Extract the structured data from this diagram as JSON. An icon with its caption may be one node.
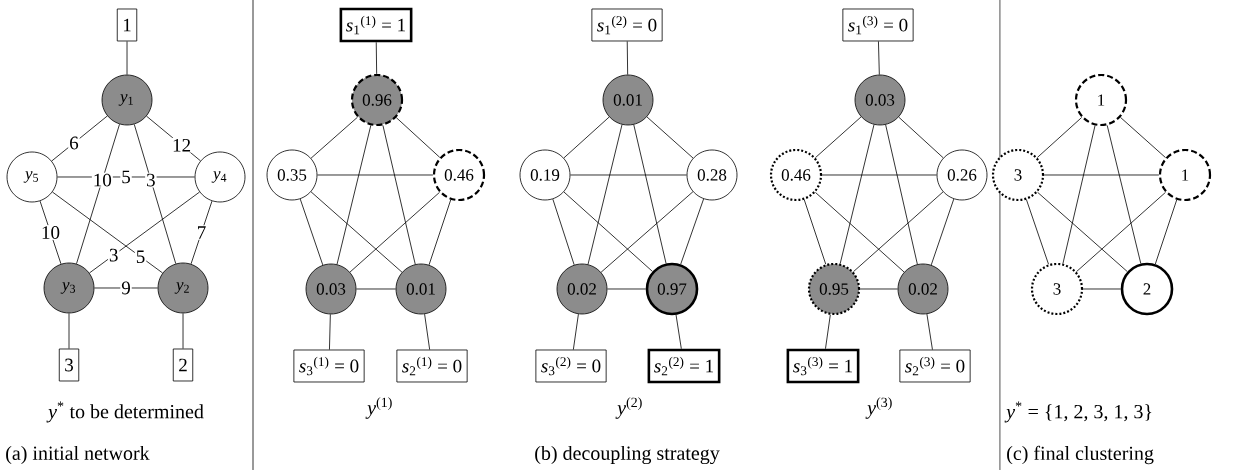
{
  "diagram": {
    "nodes": [
      {
        "text": [
          "1"
        ]
      },
      {
        "text": [
          "*y*$_{1}$"
        ]
      },
      {
        "text": [
          "*y*$_{5}$"
        ]
      },
      {
        "text": [
          "*y*$_{4}$"
        ]
      },
      {
        "text": [
          "*y*$_{3}$"
        ]
      },
      {
        "text": [
          "*y*$_{2}$"
        ]
      },
      {
        "text": [
          "3"
        ]
      },
      {
        "text": [
          "2"
        ]
      },
      {
        "text": [
          "*s*$_{1}$$^{(1)}$ = 1"
        ]
      },
      {
        "text": [
          "0.96"
        ]
      },
      {
        "text": [
          "0.35"
        ]
      },
      {
        "text": [
          "0.46"
        ]
      },
      {
        "text": [
          "0.03"
        ]
      },
      {
        "text": [
          "0.01"
        ]
      },
      {
        "text": [
          "*s*$_{3}$$^{(1)}$ = 0"
        ]
      },
      {
        "text": [
          "*s*$_{2}$$^{(1)}$ = 0"
        ]
      },
      {
        "text": [
          "*s*$_{1}$$^{(2)}$ = 0"
        ]
      },
      {
        "text": [
          "0.01"
        ]
      },
      {
        "text": [
          "0.19"
        ]
      },
      {
        "text": [
          "0.28"
        ]
      },
      {
        "text": [
          "0.02"
        ]
      },
      {
        "text": [
          "0.97"
        ]
      },
      {
        "text": [
          "*s*$_{3}$$^{(2)}$ = 0"
        ]
      },
      {
        "text": [
          "*s*$_{2}$$^{(2)}$ = 1"
        ]
      },
      {
        "text": [
          "*s*$_{1}$$^{(3)}$ = 0"
        ]
      },
      {
        "text": [
          "0.03"
        ]
      },
      {
        "text": [
          "0.46"
        ]
      },
      {
        "text": [
          "0.26"
        ]
      },
      {
        "text": [
          "0.95"
        ]
      },
      {
        "text": [
          "0.02"
        ]
      },
      {
        "text": [
          "*s*$_{3}$$^{(3)}$ = 1"
        ]
      },
      {
        "text": [
          "*s*$_{2}$$^{(3)}$ = 0"
        ]
      },
      {
        "text": [
          "1"
        ]
      },
      {
        "text": [
          "3"
        ]
      },
      {
        "text": [
          "1"
        ]
      },
      {
        "text": [
          "3"
        ]
      },
      {
        "text": [
          "2"
        ]
      }
    ],
    "edges": [
      {
        "from": 0,
        "to": 1,
        "arrow": "none"
      },
      {
        "from": 1,
        "to": 2,
        "arrow": "none",
        "label": "6"
      },
      {
        "from": 1,
        "to": 3,
        "arrow": "none",
        "label": "12"
      },
      {
        "from": 1,
        "to": 4,
        "arrow": "none",
        "label": "10"
      },
      {
        "from": 1,
        "to": 5,
        "arrow": "none",
        "label": "3"
      },
      {
        "from": 2,
        "to": 3,
        "arrow": "none",
        "label": "5"
      },
      {
        "from": 2,
        "to": 4,
        "arrow": "none",
        "label": "10"
      },
      {
        "from": 2,
        "to": 5,
        "arrow": "none",
        "label": "5"
      },
      {
        "from": 3,
        "to": 4,
        "arrow": "none",
        "label": "3"
      },
      {
        "from": 3,
        "to": 5,
        "arrow": "none",
        "label": "7"
      },
      {
        "from": 4,
        "to": 5,
        "arrow": "none",
        "label": "9"
      },
      {
        "from": 4,
        "to": 6,
        "arrow": "none"
      },
      {
        "from": 5,
        "to": 7,
        "arrow": "none"
      },
      {
        "from": 8,
        "to": 9,
        "arrow": "none"
      },
      {
        "from": 9,
        "to": 10,
        "arrow": "none"
      },
      {
        "from": 9,
        "to": 11,
        "arrow": "none"
      },
      {
        "from": 9,
        "to": 12,
        "arrow": "none"
      },
      {
        "from": 9,
        "to": 13,
        "arrow": "none"
      },
      {
        "from": 10,
        "to": 11,
        "arrow": "none"
      },
      {
        "from": 10,
        "to": 12,
        "arrow": "none"
      },
      {
        "from": 10,
        "to": 13,
        "arrow": "none"
      },
      {
        "from": 11,
        "to": 12,
        "arrow": "none"
      },
      {
        "from": 11,
        "to": 13,
        "arrow": "none"
      },
      {
        "from": 12,
        "to": 13,
        "arrow": "none"
      },
      {
        "from": 12,
        "to": 14,
        "arrow": "none"
      },
      {
        "from": 13,
        "to": 15,
        "arrow": "none"
      },
      {
        "from": 16,
        "to": 17,
        "arrow": "none"
      },
      {
        "from": 17,
        "to": 18,
        "arrow": "none"
      },
      {
        "from": 17,
        "to": 19,
        "arrow": "none"
      },
      {
        "from": 17,
        "to": 20,
        "arrow": "none"
      },
      {
        "from": 17,
        "to": 21,
        "arrow": "none"
      },
      {
        "from": 18,
        "to": 19,
        "arrow": "none"
      },
      {
        "from": 18,
        "to": 20,
        "arrow": "none"
      },
      {
        "from": 18,
        "to": 21,
        "arrow": "none"
      },
      {
        "from": 19,
        "to": 20,
        "arrow": "none"
      },
      {
        "from": 19,
        "to": 21,
        "arrow": "none"
      },
      {
        "from": 20,
        "to": 21,
        "arrow": "none"
      },
      {
        "from": 20,
        "to": 22,
        "arrow": "none"
      },
      {
        "from": 21,
        "to": 23,
        "arrow": "none"
      },
      {
        "from": 24,
        "to": 25,
        "arrow": "none"
      },
      {
        "from": 25,
        "to": 26,
        "arrow": "none"
      },
      {
        "from": 25,
        "to": 27,
        "arrow": "none"
      },
      {
        "from": 25,
        "to": 28,
        "arrow": "none"
      },
      {
        "from": 25,
        "to": 29,
        "arrow": "none"
      },
      {
        "from": 26,
        "to": 27,
        "arrow": "none"
      },
      {
        "from": 26,
        "to": 28,
        "arrow": "none"
      },
      {
        "from": 26,
        "to": 29,
        "arrow": "none"
      },
      {
        "from": 27,
        "to": 28,
        "arrow": "none"
      },
      {
        "from": 27,
        "to": 29,
        "arrow": "none"
      },
      {
        "from": 28,
        "to": 29,
        "arrow": "none"
      },
      {
        "from": 28,
        "to": 30,
        "arrow": "none"
      },
      {
        "from": 29,
        "to": 31,
        "arrow": "none"
      },
      {
        "from": 32,
        "to": 33,
        "arrow": "none"
      },
      {
        "from": 32,
        "to": 34,
        "arrow": "none"
      },
      {
        "from": 32,
        "to": 35,
        "arrow": "none"
      },
      {
        "from": 32,
        "to": 36,
        "arrow": "none"
      },
      {
        "from": 33,
        "to": 34,
        "arrow": "none"
      },
      {
        "from": 33,
        "to": 35,
        "arrow": "none"
      },
      {
        "from": 33,
        "to": 36,
        "arrow": "none"
      },
      {
        "from": 34,
        "to": 35,
        "arrow": "none"
      },
      {
        "from": 34,
        "to": 36,
        "arrow": "none"
      },
      {
        "from": 35,
        "to": 36,
        "arrow": "none"
      }
    ],
    "labels": [
      "*y*$^{*}$ to be determined",
      "*y*$^{(1)}$",
      "*y*$^{(2)}$",
      "*y*$^{(3)}$",
      "*y*$^{*}$ = {1, 2, 3, 1, 3}",
      "(a) initial network",
      "(b) decoupling strategy",
      "(c) final clustering"
    ]
  }
}
